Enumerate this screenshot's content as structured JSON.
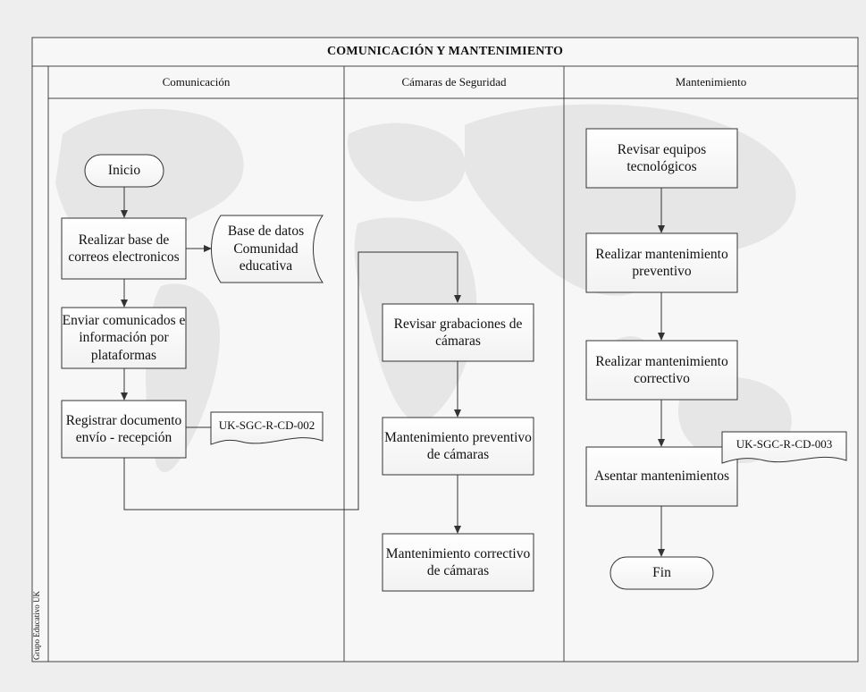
{
  "title": "COMUNICACIÓN Y MANTENIMIENTO",
  "side_label": "Grupo Educativo UK",
  "lanes": [
    {
      "label": "Comunicación"
    },
    {
      "label": "Cámaras de Seguridad"
    },
    {
      "label": "Mantenimiento"
    }
  ],
  "comunicacion": {
    "inicio": "Inicio",
    "realizar_base": "Realizar base de correos electronicos",
    "base_datos": "Base de datos Comunidad educativa",
    "enviar": "Enviar comunicados e información por plataformas",
    "registrar": "Registrar documento envío - recepción",
    "doc_code": "UK-SGC-R-CD-002"
  },
  "camaras": {
    "revisar": "Revisar grabaciones de cámaras",
    "preventivo": "Mantenimiento preventivo de cámaras",
    "correctivo": "Mantenimiento correctivo de cámaras"
  },
  "mantenimiento": {
    "revisar": "Revisar equipos tecnológicos",
    "preventivo": "Realizar mantenimiento preventivo",
    "correctivo": "Realizar mantenimiento correctivo",
    "asentar": "Asentar mantenimientos",
    "doc_code": "UK-SGC-R-CD-003",
    "fin": "Fin"
  }
}
